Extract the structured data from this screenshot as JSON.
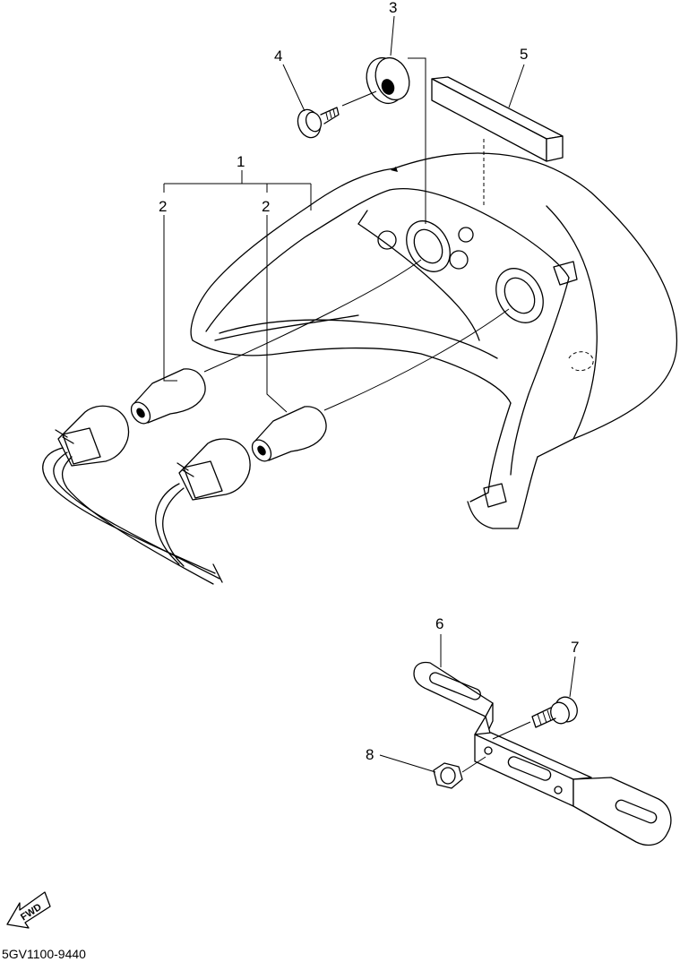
{
  "callouts": {
    "c1": "1",
    "c2a": "2",
    "c2b": "2",
    "c3": "3",
    "c4": "4",
    "c5": "5",
    "c6": "6",
    "c7": "7",
    "c8": "8"
  },
  "fwd_label": "FWD",
  "diagram_code": "5GV1100-9440"
}
